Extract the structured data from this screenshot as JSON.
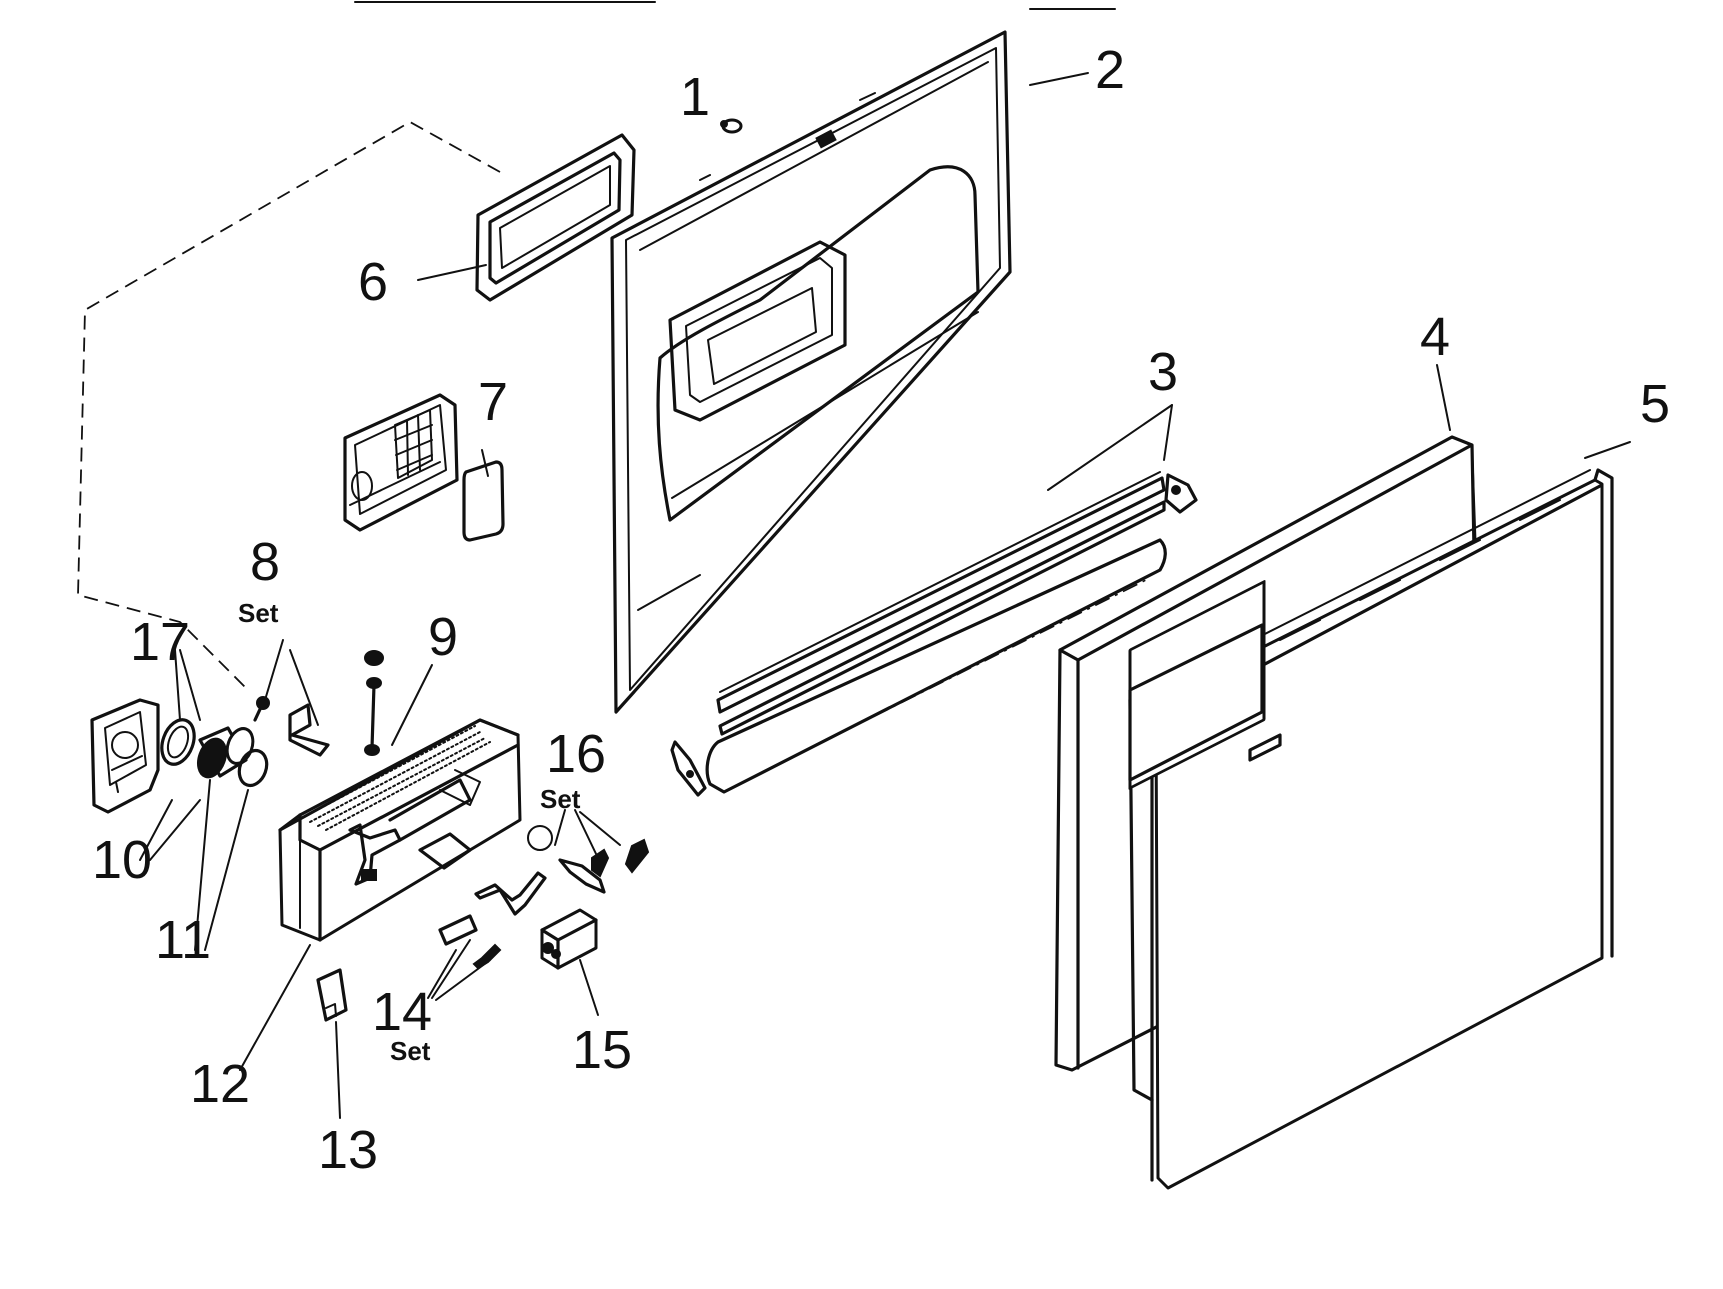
{
  "callouts": [
    {
      "id": "p1",
      "label": "1"
    },
    {
      "id": "p2",
      "label": "2"
    },
    {
      "id": "p3",
      "label": "3"
    },
    {
      "id": "p4",
      "label": "4"
    },
    {
      "id": "p5",
      "label": "5"
    },
    {
      "id": "p6",
      "label": "6"
    },
    {
      "id": "p7",
      "label": "7"
    },
    {
      "id": "p8",
      "label": "8",
      "note": "Set"
    },
    {
      "id": "p9",
      "label": "9"
    },
    {
      "id": "p10",
      "label": "10"
    },
    {
      "id": "p11",
      "label": "11"
    },
    {
      "id": "p12",
      "label": "12"
    },
    {
      "id": "p13",
      "label": "13"
    },
    {
      "id": "p14",
      "label": "14",
      "note": "Set"
    },
    {
      "id": "p15",
      "label": "15"
    },
    {
      "id": "p16",
      "label": "16",
      "note": "Set"
    },
    {
      "id": "p17",
      "label": "17"
    }
  ]
}
